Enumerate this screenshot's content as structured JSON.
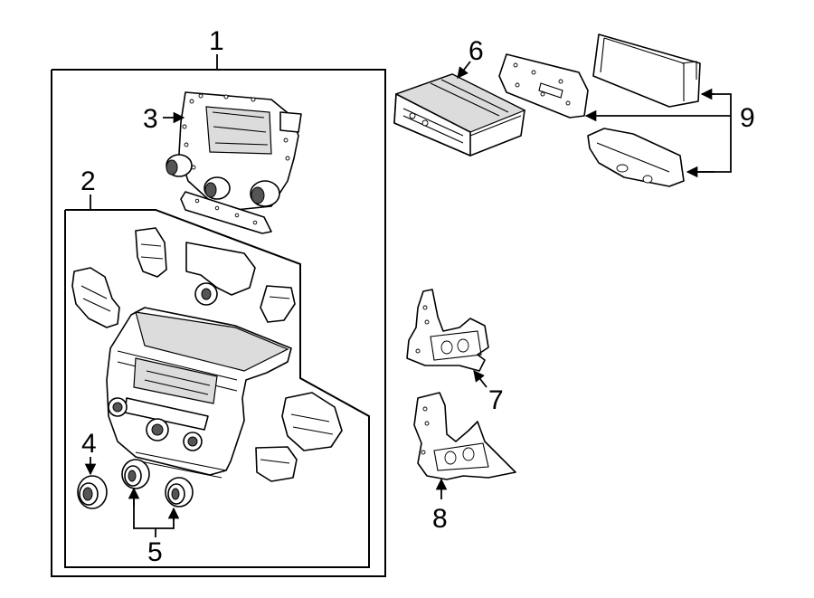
{
  "callouts": {
    "c1": "1",
    "c2": "2",
    "c3": "3",
    "c4": "4",
    "c5": "5",
    "c6": "6",
    "c7": "7",
    "c8": "8",
    "c9": "9"
  },
  "colors": {
    "line": "#000000",
    "background": "#ffffff",
    "shade": "#dcdcdc"
  }
}
